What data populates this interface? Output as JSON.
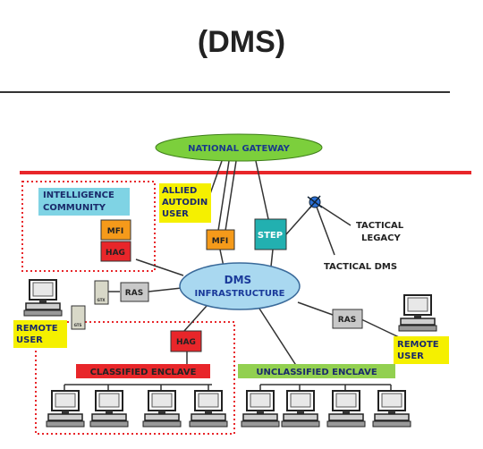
{
  "header": {
    "title": "(DMS)"
  },
  "diagram": {
    "national_gateway": "NATIONAL GATEWAY",
    "intelligence_community": [
      "INTELLIGENCE",
      "COMMUNITY"
    ],
    "allied_autodin_user": [
      "ALLIED",
      "AUTODIN",
      "USER"
    ],
    "mfi_left": "MFI",
    "hag_left": "HAG",
    "mfi_center": "MFI",
    "step": "STEP",
    "tactical_legacy": [
      "TACTICAL",
      "LEGACY"
    ],
    "tactical_dms": "TACTICAL DMS",
    "dms_infrastructure": [
      "DMS",
      "INFRASTRUCTURE"
    ],
    "ras_left": "RAS",
    "ras_right": "RAS",
    "remote_user_left": [
      "REMOTE",
      "USER"
    ],
    "remote_user_right": [
      "REMOTE",
      "USER"
    ],
    "hag_bottom": "HAG",
    "classified_enclave": "CLASSIFIED ENCLAVE",
    "unclassified_enclave": "UNCLASSIFIED ENCLAVE",
    "device_label_top": "GTX",
    "device_label_bottom": "GTS"
  },
  "colors": {
    "gateway_green": "#7ccf3c",
    "cloud_blue": "#a9d8f0",
    "intel_cyan": "#7fd3e4",
    "yellow": "#f5f000",
    "orange": "#f59a1a",
    "red": "#e8262a",
    "teal": "#22b0b0",
    "gray": "#c8c8c8",
    "unclass_green": "#92d050"
  }
}
